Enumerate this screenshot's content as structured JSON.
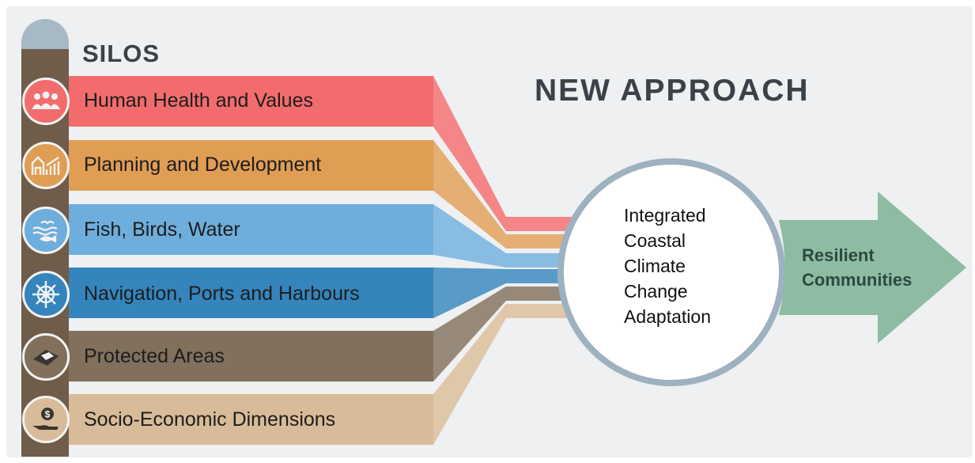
{
  "silos_title": "SILOS",
  "approach_title": "NEW APPROACH",
  "silos": [
    {
      "label": "Human Health and Values",
      "color": "#f26c6e",
      "icon": "people-icon"
    },
    {
      "label": "Planning and Development",
      "color": "#e09d54",
      "icon": "buildings-icon"
    },
    {
      "label": "Fish, Birds, Water",
      "color": "#6eaedc",
      "icon": "fish-birds-water-icon"
    },
    {
      "label": "Navigation, Ports and Harbours",
      "color": "#3585bc",
      "icon": "ship-wheel-icon"
    },
    {
      "label": "Protected Areas",
      "color": "#80705c",
      "icon": "protected-area-icon"
    },
    {
      "label": "Socio-Economic Dimensions",
      "color": "#d8bb98",
      "icon": "money-hand-icon"
    }
  ],
  "center_lines": [
    "Integrated",
    "Coastal",
    "Climate",
    "Change",
    "Adaptation"
  ],
  "outcome_lines": [
    "Resilient",
    "Communities"
  ],
  "colors": {
    "pillar": "#705c4a",
    "pillar_cap": "#a7b9c4",
    "circle_ring": "#9db1bf",
    "arrow": "#8dbca3",
    "title": "#3b4148"
  }
}
